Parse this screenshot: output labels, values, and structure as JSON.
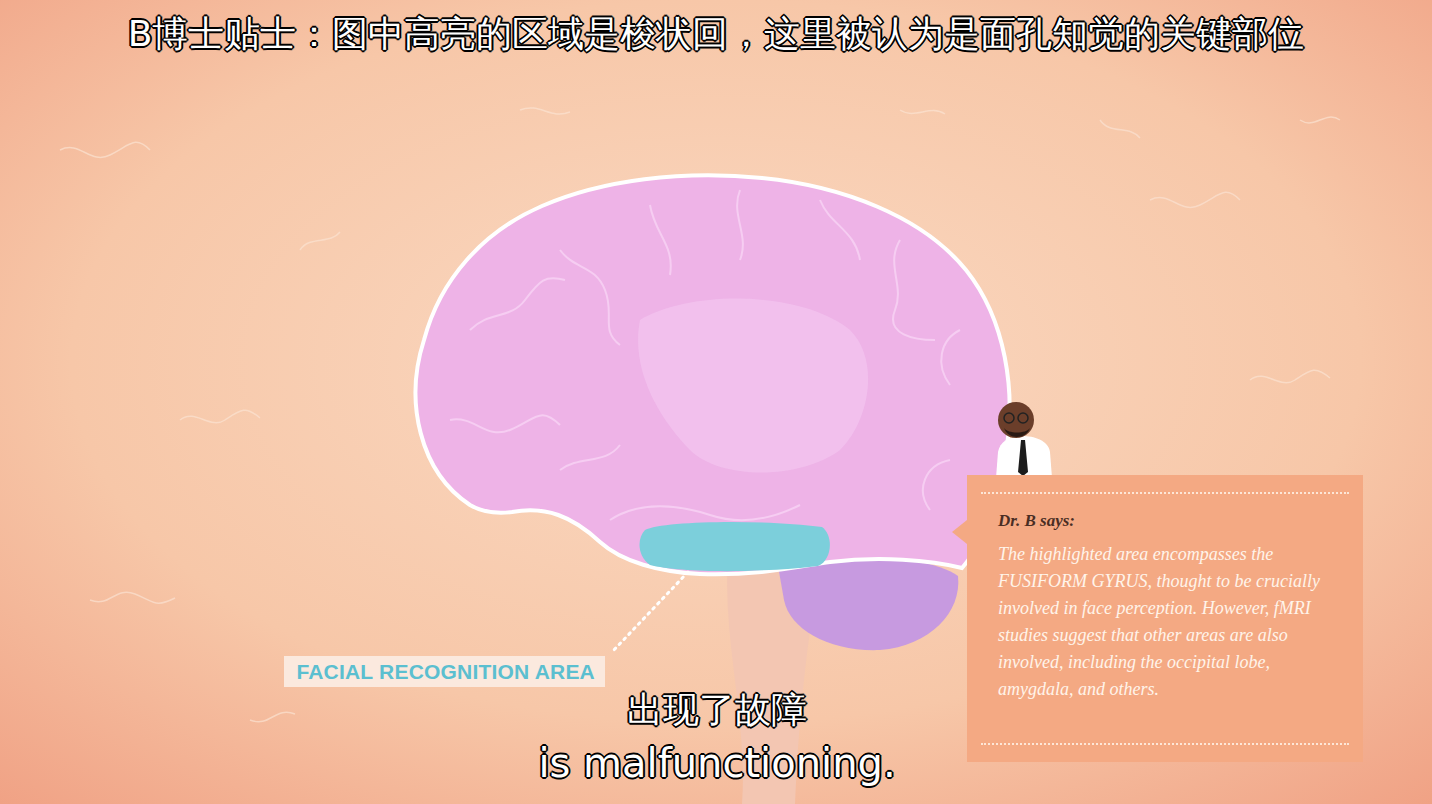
{
  "diagram": {
    "nodes": [
      {
        "text": [
          "Dr. B says:",
          "The highlighted area encompasses the FUSIFORM GYRUS, thought to be crucially involved in face perception. However, fMRI studies suggest that other areas are also involved, including the occipital lobe, amygdala, and others."
        ]
      },
      {
        "text": [
          "FACIAL RECOGNITION AREA"
        ]
      }
    ],
    "labels": [
      "B博士贴士：图中高亮的区域是梭状回，这里被认为是面孔知觉的关键部位",
      "出现了故障",
      "is malfunctioning."
    ]
  }
}
